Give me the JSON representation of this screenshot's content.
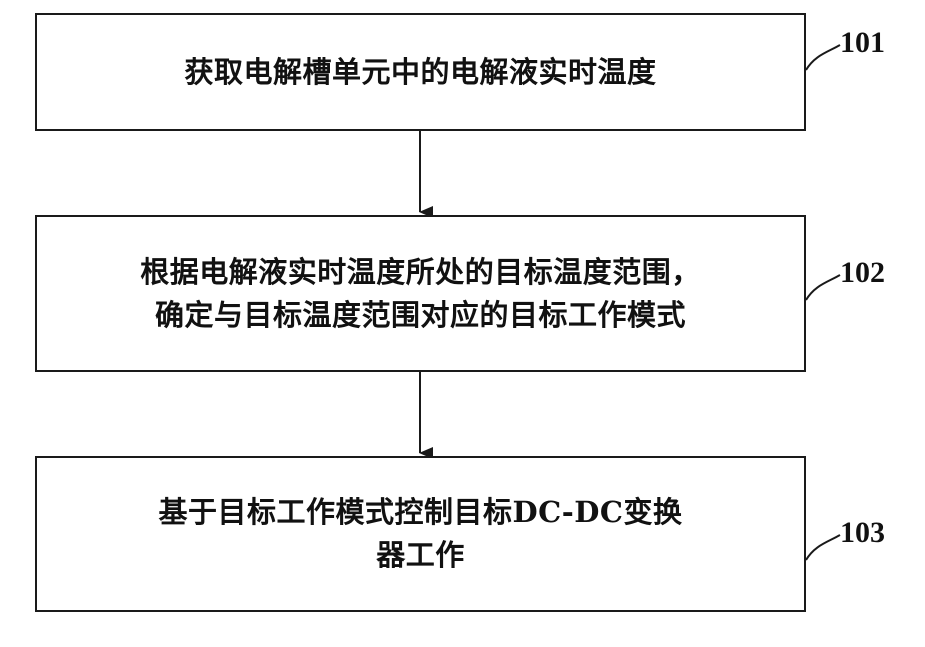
{
  "steps": [
    {
      "id": "101",
      "lines": [
        "获取电解槽单元中的电解液实时温度"
      ]
    },
    {
      "id": "102",
      "lines": [
        "根据电解液实时温度所处的目标温度范围，",
        "确定与目标温度范围对应的目标工作模式"
      ]
    },
    {
      "id": "103",
      "lines": [
        "基于目标工作模式控制目标DC-DC变换",
        "器工作"
      ]
    }
  ]
}
